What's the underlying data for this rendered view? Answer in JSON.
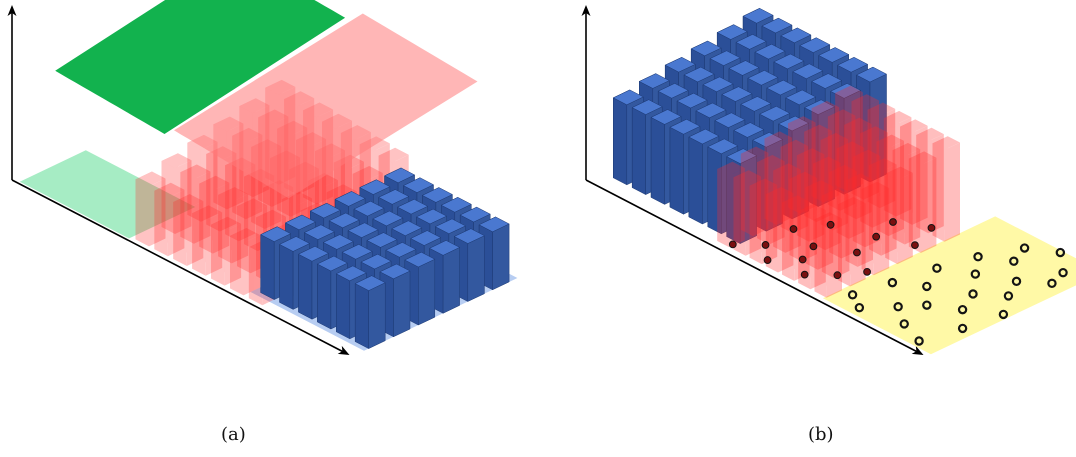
{
  "figure": {
    "panels": [
      {
        "id": "a",
        "caption": "(a)"
      },
      {
        "id": "b",
        "caption": "(b)"
      }
    ]
  },
  "colors": {
    "axis": "#000000",
    "green_surface": "#12b24e",
    "green_floor": "#a6ecc4",
    "red_surface": "#ff7a7a",
    "red_bar": "#ff2a2a",
    "blue_top": "#4a78d0",
    "blue_left": "#2b4f98",
    "blue_right": "#33589f",
    "blue_floor": "#b7cdf2",
    "yellow_floor": "#fff9a6",
    "point_stroke": "#141414",
    "dark_red_point": "#7a1010"
  }
}
